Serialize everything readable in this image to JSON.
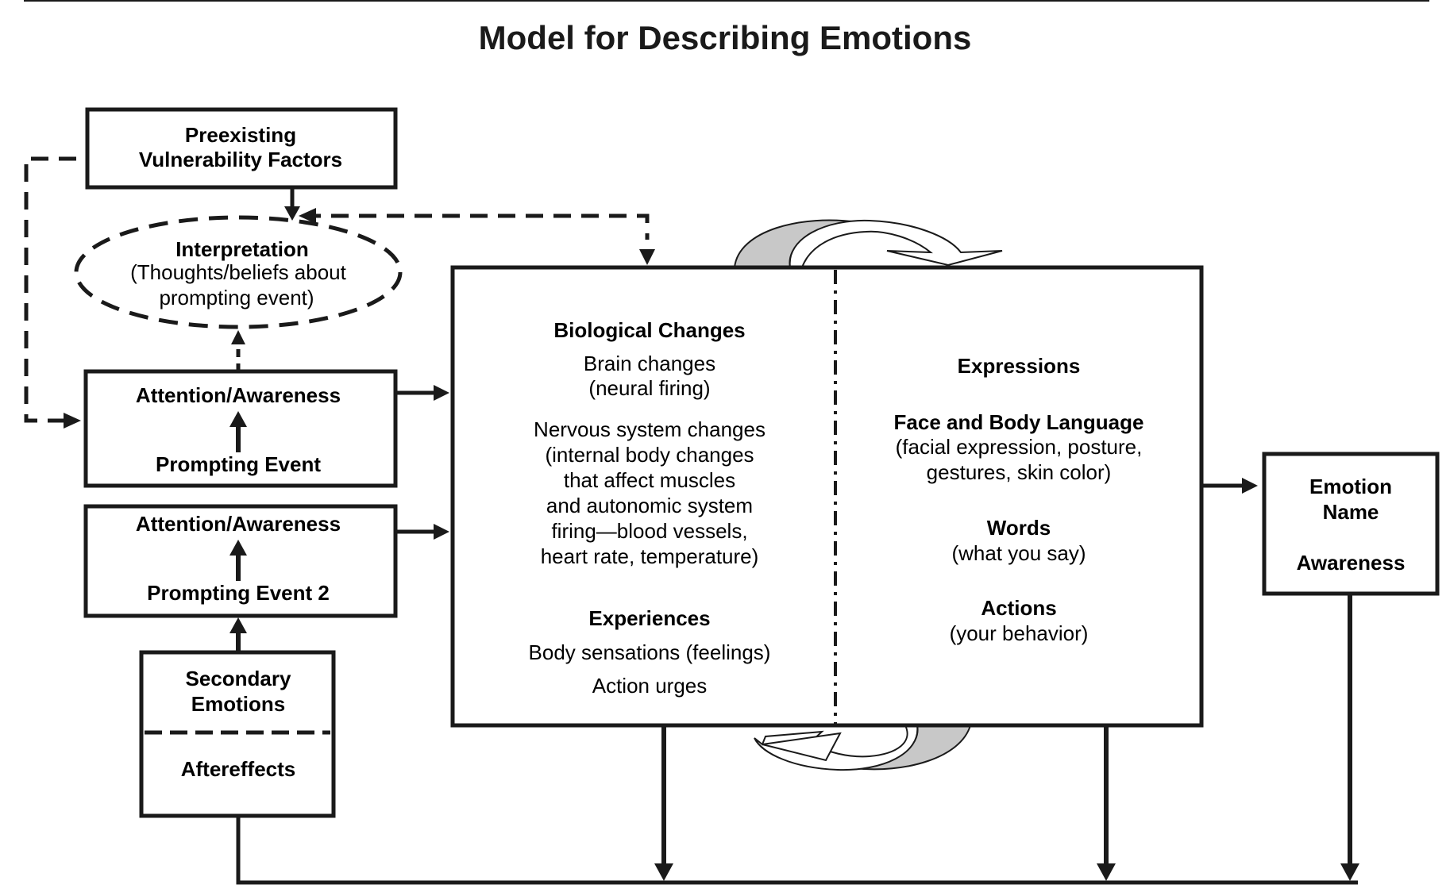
{
  "title": "Model for Describing Emotions",
  "boxes": {
    "preexisting": {
      "line1": "Preexisting",
      "line2": "Vulnerability Factors"
    },
    "interpretation": {
      "heading": "Interpretation",
      "line1": "(Thoughts/beliefs about",
      "line2": "prompting event)"
    },
    "attention1": {
      "top": "Attention/Awareness",
      "bottom": "Prompting Event"
    },
    "attention2": {
      "top": "Attention/Awareness",
      "bottom": "Prompting Event 2"
    },
    "secondary": {
      "line1": "Secondary",
      "line2": "Emotions",
      "bottom": "Aftereffects"
    },
    "emotion": {
      "line1": "Emotion",
      "line2": "Name",
      "line3": "Awareness"
    }
  },
  "biological": {
    "heading": "Biological Changes",
    "brain_1": "Brain changes",
    "brain_2": "(neural firing)",
    "nervous": [
      "Nervous system changes",
      "(internal body changes",
      "that affect muscles",
      "and autonomic system",
      "firing—blood vessels,",
      "heart rate, temperature)"
    ],
    "experiences_heading": "Experiences",
    "body_sensations": "Body sensations (feelings)",
    "action_urges": "Action urges"
  },
  "expressions": {
    "heading": "Expressions",
    "face_heading": "Face and Body Language",
    "face_1": "(facial expression, posture,",
    "face_2": "gestures, skin color)",
    "words_heading": "Words",
    "words_sub": "(what you say)",
    "actions_heading": "Actions",
    "actions_sub": "(your behavior)"
  },
  "colors": {
    "line": "#1a1a1a",
    "swoosh_fill": "#c8c8c8"
  }
}
